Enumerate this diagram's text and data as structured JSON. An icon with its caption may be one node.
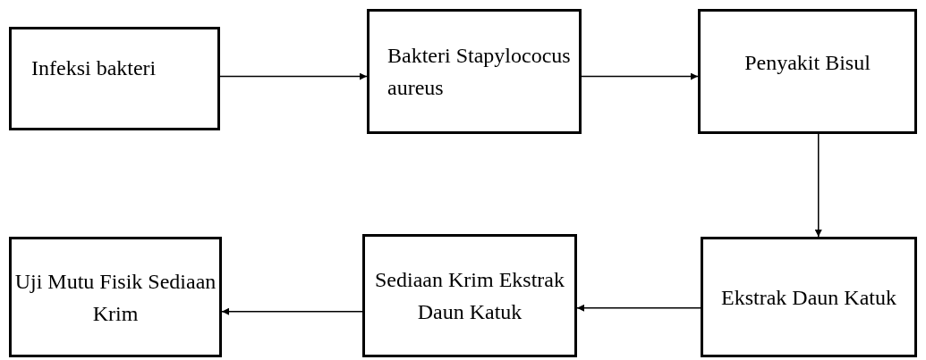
{
  "diagram": {
    "nodes": [
      {
        "text": [
          "Infeksi bakteri"
        ]
      },
      {
        "text": [
          "Bakteri Stapylococus aureus"
        ]
      },
      {
        "text": [
          "Penyakit Bisul"
        ]
      },
      {
        "text": [
          "Ekstrak Daun Katuk"
        ]
      },
      {
        "text": [
          "Sediaan Krim Ekstrak Daun Katuk"
        ]
      },
      {
        "text": [
          "Uji Mutu Fisik Sediaan Krim"
        ]
      }
    ],
    "edges": [
      {
        "from": 0,
        "to": 1,
        "arrow": "to"
      },
      {
        "from": 1,
        "to": 2,
        "arrow": "to"
      },
      {
        "from": 2,
        "to": 3,
        "arrow": "to"
      },
      {
        "from": 3,
        "to": 4,
        "arrow": "to"
      },
      {
        "from": 4,
        "to": 5,
        "arrow": "to"
      }
    ]
  }
}
